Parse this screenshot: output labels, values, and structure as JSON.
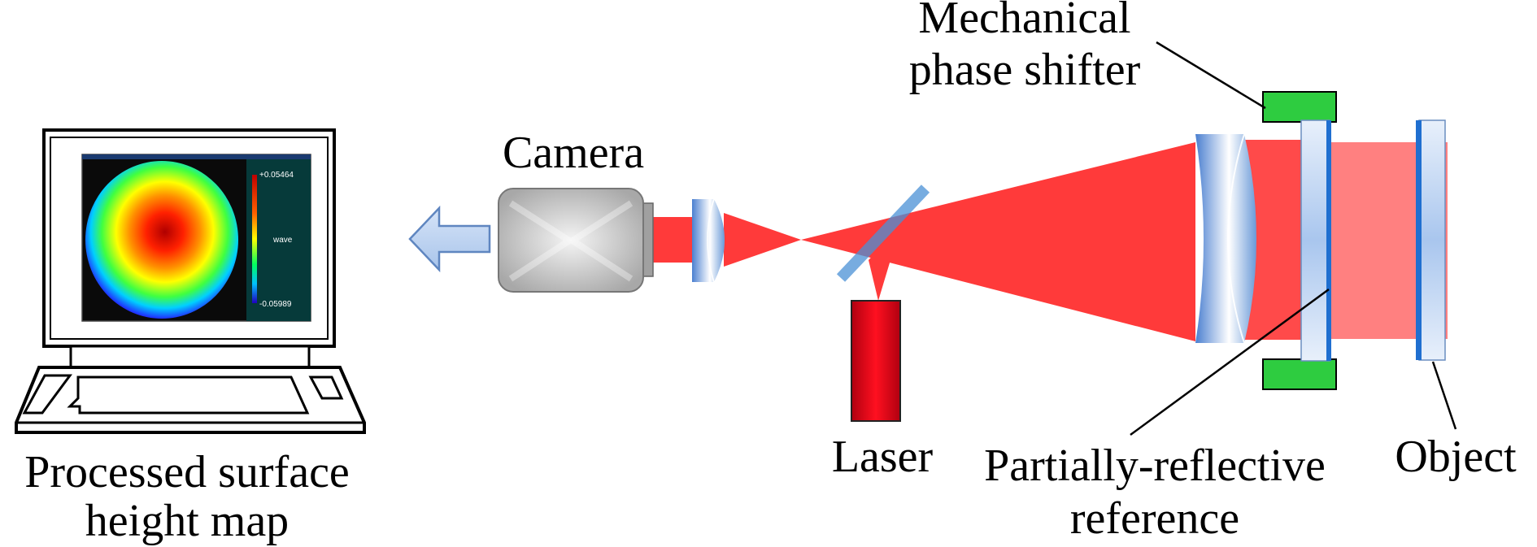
{
  "labels": {
    "phase_shifter": [
      "Mechanical",
      "phase shifter"
    ],
    "camera": "Camera",
    "laser": "Laser",
    "reference": [
      "Partially-reflective",
      "reference"
    ],
    "object": "Object",
    "computer": [
      "Processed surface",
      "height map"
    ]
  },
  "screen": {
    "max_value": "+0.05464",
    "unit": "wave",
    "min_value": "-0.05989"
  },
  "colors": {
    "beam": "#ff2a2a",
    "beam_light": "#ff8080",
    "shifter": "#2ecc40",
    "optic_blue": "#4a86d6",
    "laser_body": "#e00010"
  }
}
